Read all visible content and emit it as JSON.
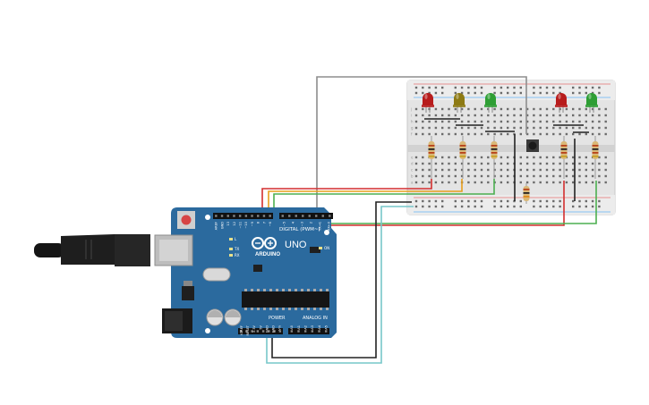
{
  "board": {
    "model_label": "UNO",
    "brand_label": "ARDUINO",
    "header_digital": "DIGITAL (PWM~)",
    "header_power": "POWER",
    "header_analog": "ANALOG IN",
    "led_on_label": "ON",
    "led_l_label": "L",
    "led_tx_label": "TX",
    "led_rx_label": "RX",
    "digital_pins": [
      "AREF",
      "GND",
      "13",
      "12",
      "~11",
      "~10",
      "~9",
      "8",
      "7",
      "~6",
      "~5",
      "4",
      "~3",
      "2",
      "TX→1",
      "RX←0"
    ],
    "power_pins": [
      "IOREF",
      "RESET",
      "3.3V",
      "5V",
      "GND",
      "GND",
      "Vin"
    ],
    "analog_pins": [
      "A0",
      "A1",
      "A2",
      "A3",
      "A4",
      "A5"
    ]
  },
  "breadboard": {
    "row_letters_top": [
      "j",
      "i",
      "h",
      "g",
      "f"
    ],
    "row_letters_bottom": [
      "e",
      "d",
      "c",
      "b",
      "a"
    ],
    "leds": [
      {
        "id": "led-red-1",
        "color": "#b71c1c"
      },
      {
        "id": "led-yellow",
        "color": "#8d7a14"
      },
      {
        "id": "led-green-1",
        "color": "#2e9e34"
      },
      {
        "id": "led-red-2",
        "color": "#b71c1c"
      },
      {
        "id": "led-green-2",
        "color": "#2e9e34"
      }
    ]
  },
  "colors": {
    "board": "#2b6a9e",
    "wire_red": "#d32f2f",
    "wire_orange": "#e89f1c",
    "wire_green": "#4caf50",
    "wire_yellow": "#e6d11a",
    "wire_gray": "#8e8e8e",
    "wire_black": "#222222",
    "wire_cyan": "#77c7c9"
  }
}
